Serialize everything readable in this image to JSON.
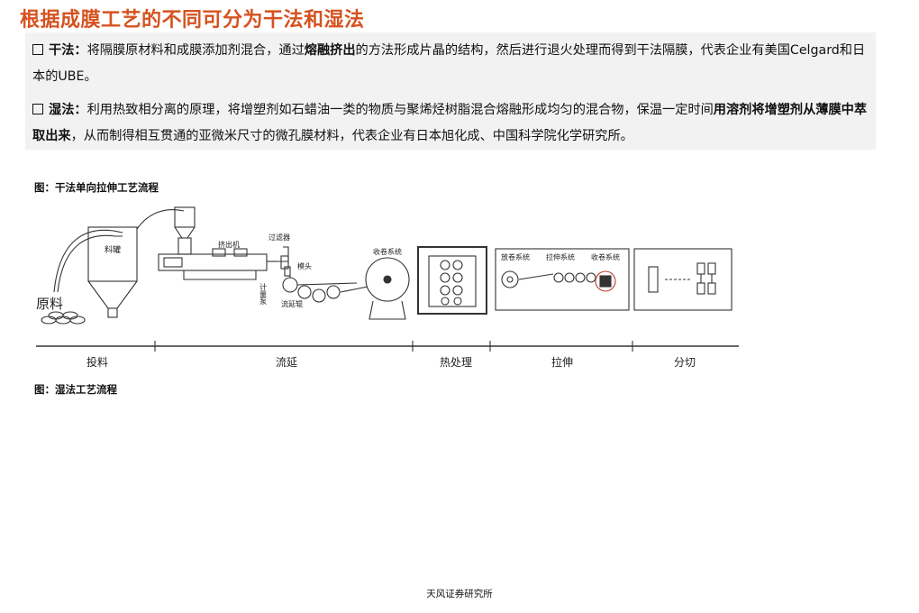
{
  "title": "根据成膜工艺的不同可分为干法和湿法",
  "dry": {
    "label": "干法：",
    "text1": "将隔膜原材料和成膜添加剂混合，通过",
    "bold1": "熔融挤出",
    "text2": "的方法形成片晶的结构，然后进行退火处理而得到干法隔膜，代表企业有美国Celgard和日本的UBE。"
  },
  "wet": {
    "label": "湿法：",
    "text1": "利用热致相分离的原理，将增塑剂如石蜡油一类的物质与聚烯烃树脂混合熔融形成均匀的混合物，保温一定时间",
    "bold1": "用溶剂将增塑剂从薄膜中萃取出来",
    "text2": "，从而制得相互贯通的亚微米尺寸的微孔膜材料，代表企业有日本旭化成、中国科学院化学研究所。"
  },
  "figure1": {
    "caption": "图：干法单向拉伸工艺流程",
    "labels": {
      "raw": "原料",
      "hopper": "料罐",
      "extruder": "挤出机",
      "filter": "过滤器",
      "meter": "计量泵",
      "die": "模头",
      "cast": "流延辊",
      "winder1": "收卷系统",
      "unwind": "放卷系统",
      "stretch": "拉伸系统",
      "winder2": "收卷系统"
    },
    "stages": [
      "投料",
      "流延",
      "热处理",
      "拉伸",
      "分切"
    ]
  },
  "figure2": {
    "caption": "图：湿法工艺流程"
  },
  "footer": "天风证券研究所"
}
